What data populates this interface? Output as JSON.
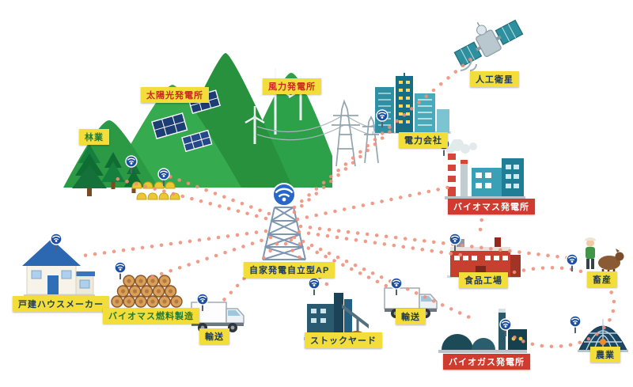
{
  "diagram": {
    "type": "wireless-energy-network-illustration",
    "description": "Self-sustained power generation access point connecting regional facilities",
    "center_node": "自家発電自立型AP"
  },
  "colors": {
    "label_yellow": "#f3dd3a",
    "label_red": "#d13a2e",
    "text_navy": "#1c3a57",
    "text_red": "#c8281e",
    "text_green": "#1f7a34",
    "dotted_line": "#f0917c",
    "wifi_blue": "#1d4fa0",
    "mountain_green": "#33a04a"
  },
  "nodes": [
    {
      "id": "forestry",
      "label": "林業"
    },
    {
      "id": "solar-plant",
      "label": "太陽光発電所"
    },
    {
      "id": "wind-plant",
      "label": "風力発電所"
    },
    {
      "id": "satellite",
      "label": "人工衛星"
    },
    {
      "id": "power-company",
      "label": "電力会社"
    },
    {
      "id": "biomass-plant",
      "label": "バイオマス発電所"
    },
    {
      "id": "ap",
      "label": "自家発電自立型AP"
    },
    {
      "id": "house-maker",
      "label": "戸建ハウスメーカー"
    },
    {
      "id": "biomass-fuel",
      "label": "バイオマス燃料製造"
    },
    {
      "id": "transport-1",
      "label": "輸送"
    },
    {
      "id": "stockyard",
      "label": "ストックヤード"
    },
    {
      "id": "transport-2",
      "label": "輸送"
    },
    {
      "id": "food-factory",
      "label": "食品工場"
    },
    {
      "id": "livestock",
      "label": "畜産"
    },
    {
      "id": "agriculture",
      "label": "農業"
    },
    {
      "id": "biogas-plant",
      "label": "バイオガス発電所"
    }
  ],
  "connections": [
    {
      "from": "ap",
      "to": "satellite"
    },
    {
      "from": "ap",
      "to": "power-company"
    },
    {
      "from": "ap",
      "to": "biomass-plant"
    },
    {
      "from": "ap",
      "to": "livestock"
    },
    {
      "from": "ap",
      "to": "food-factory"
    },
    {
      "from": "ap",
      "to": "biogas-plant"
    },
    {
      "from": "ap",
      "to": "transport-2"
    },
    {
      "from": "ap",
      "to": "stockyard"
    },
    {
      "from": "ap",
      "to": "transport-1"
    },
    {
      "from": "ap",
      "to": "biomass-fuel"
    },
    {
      "from": "ap",
      "to": "house-maker"
    },
    {
      "from": "ap",
      "to": "forestry"
    },
    {
      "from": "ap",
      "to": "solar-plant"
    },
    {
      "from": "biomass-plant",
      "to": "food-factory"
    },
    {
      "from": "food-factory",
      "to": "livestock"
    },
    {
      "from": "livestock",
      "to": "agriculture"
    },
    {
      "from": "agriculture",
      "to": "biogas-plant"
    }
  ]
}
